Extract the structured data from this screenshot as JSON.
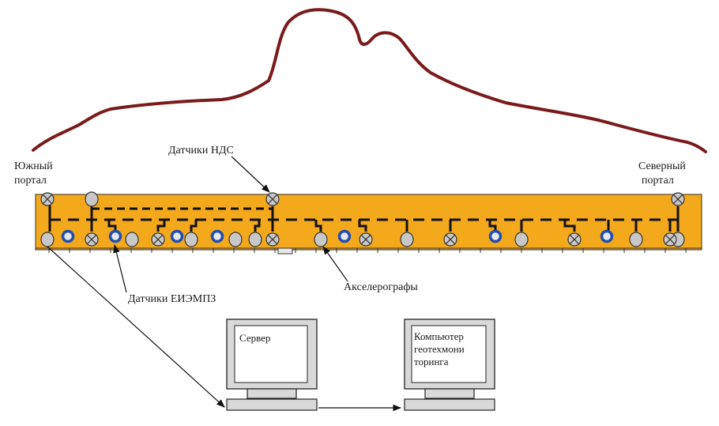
{
  "labels": {
    "south_portal_line1": "Южный",
    "south_portal_line2": "портал",
    "north_portal_line1": "Северный",
    "north_portal_line2": "портал",
    "nds_sensors": "Датчики НДС",
    "eiempz_sensors": "Датчики ЕИЭМПЗ",
    "accelerographs": "Акселерографы"
  },
  "computers": {
    "server": {
      "line1": "Сервер"
    },
    "geotech": {
      "line1": "Компьютер",
      "line2": "геотехмони",
      "line3": "торинга"
    }
  },
  "colors": {
    "tunnel_fill": "#f4a81c",
    "mountain_stroke": "#7a1a1a",
    "eiempz_ring": "#1f4fb3",
    "sensor_gray": "#c8c8c8",
    "monitor_bezel": "#d9d9d9"
  }
}
